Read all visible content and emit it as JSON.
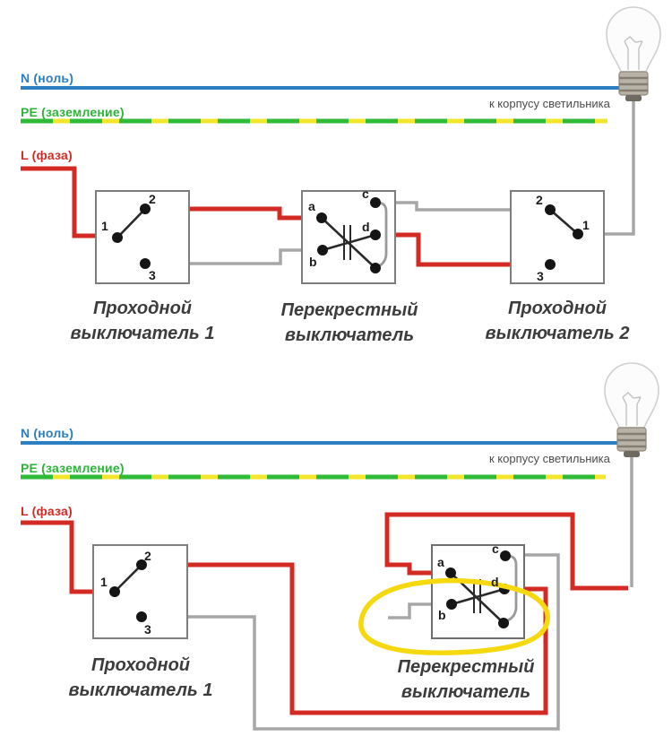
{
  "colors": {
    "neutral_blue": "#2b7ec1",
    "pe_green": "#2fba38",
    "pe_yellow": "#f3e52c",
    "phase_red": "#d32b24",
    "wire_gray": "#a7a7a7",
    "contact_black": "#1f1f1f",
    "highlight_yellow": "#f5d90e"
  },
  "diagram_top": {
    "neutral_label": "N (ноль)",
    "pe_label": "PE (заземление)",
    "phase_label": "L (фаза)",
    "lamp_note": "к корпусу светильника",
    "switch1": {
      "name": "Проходной\nвыключатель 1",
      "terminals": [
        "1",
        "2",
        "3"
      ]
    },
    "cross": {
      "name": "Перекрестный\nвыключатель",
      "terminals": [
        "a",
        "b",
        "c",
        "d"
      ]
    },
    "switch2": {
      "name": "Проходной\nвыключатель 2",
      "terminals": [
        "2",
        "1",
        "3"
      ]
    }
  },
  "diagram_bottom": {
    "neutral_label": "N (ноль)",
    "pe_label": "PE (заземление)",
    "phase_label": "L (фаза)",
    "lamp_note": "к корпусу светильника",
    "switch1": {
      "name": "Проходной\nвыключатель 1",
      "terminals": [
        "1",
        "2",
        "3"
      ]
    },
    "cross": {
      "name": "Перекрестный\nвыключатель",
      "terminals": [
        "a",
        "b",
        "c",
        "d"
      ]
    }
  }
}
